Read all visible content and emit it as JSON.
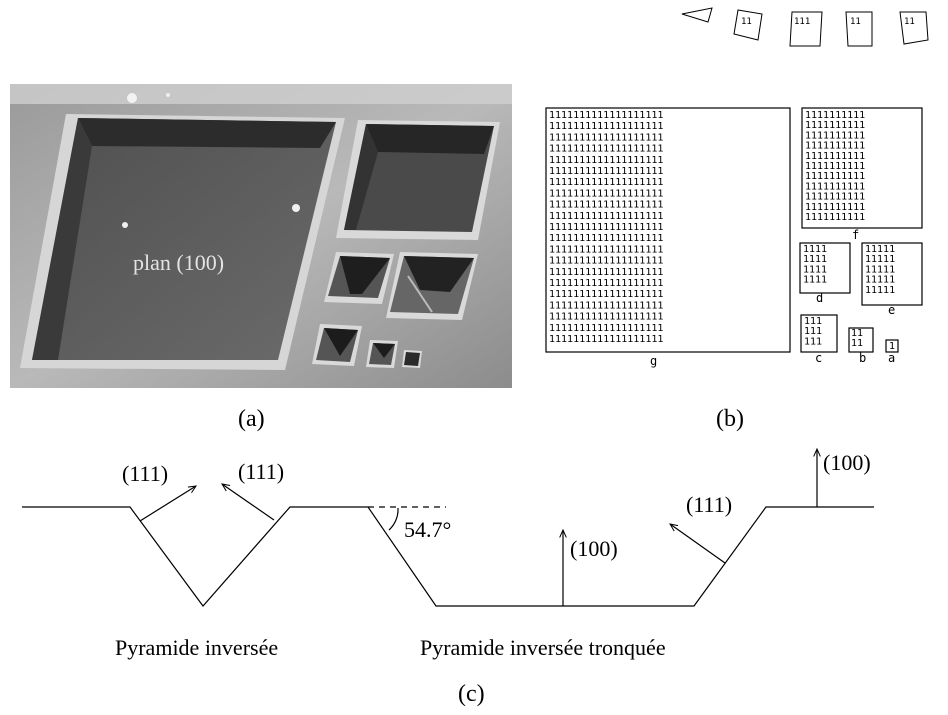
{
  "photo": {
    "label": "plan (100)"
  },
  "panel_labels": {
    "a": "(a)",
    "b": "(b)",
    "c": "(c)"
  },
  "mask": {
    "g": {
      "letter": "g",
      "digits": "1111111111111111111"
    },
    "f": {
      "letter": "f",
      "digits": "1111111111"
    },
    "d1": {
      "letter": "d",
      "digits": "1111"
    },
    "e": {
      "letter": "e",
      "digits": "11111"
    },
    "c": {
      "letter": "c",
      "digits": "111"
    },
    "b": {
      "letter": "b",
      "digits": "11"
    },
    "a": {
      "letter": "a",
      "digits": "1"
    }
  },
  "top_marks": [
    "11",
    "111",
    "11",
    "11"
  ],
  "cross_section": {
    "left_planes": [
      "(111)",
      "(111)"
    ],
    "angle": "54.7°",
    "floor_plane": "(100)",
    "right_plane": "(111)",
    "top_plane": "(100)",
    "left_caption": "Pyramide inversée",
    "right_caption": "Pyramide inversée tronquée"
  }
}
